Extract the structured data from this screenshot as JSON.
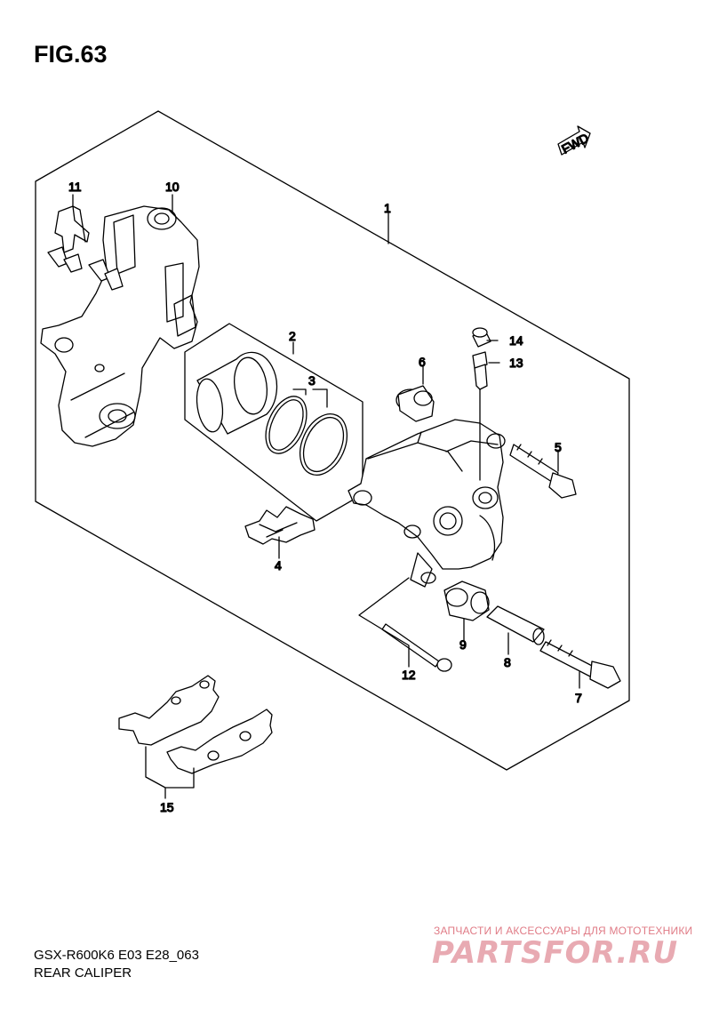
{
  "figure": {
    "title": "FIG.63",
    "direction_tag": "FWD"
  },
  "callouts": [
    "1",
    "2",
    "3",
    "4",
    "5",
    "6",
    "7",
    "8",
    "9",
    "10",
    "11",
    "12",
    "13",
    "14",
    "15"
  ],
  "footer": {
    "model_code": "GSX-R600K6 E03 E28_063",
    "section_name": "REAR CALIPER"
  },
  "watermark": {
    "tagline": "ЗАПЧАСТИ И АКСЕССУАРЫ ДЛЯ МОТОТЕХНИКИ",
    "logo": "PARTSFOR.RU"
  }
}
